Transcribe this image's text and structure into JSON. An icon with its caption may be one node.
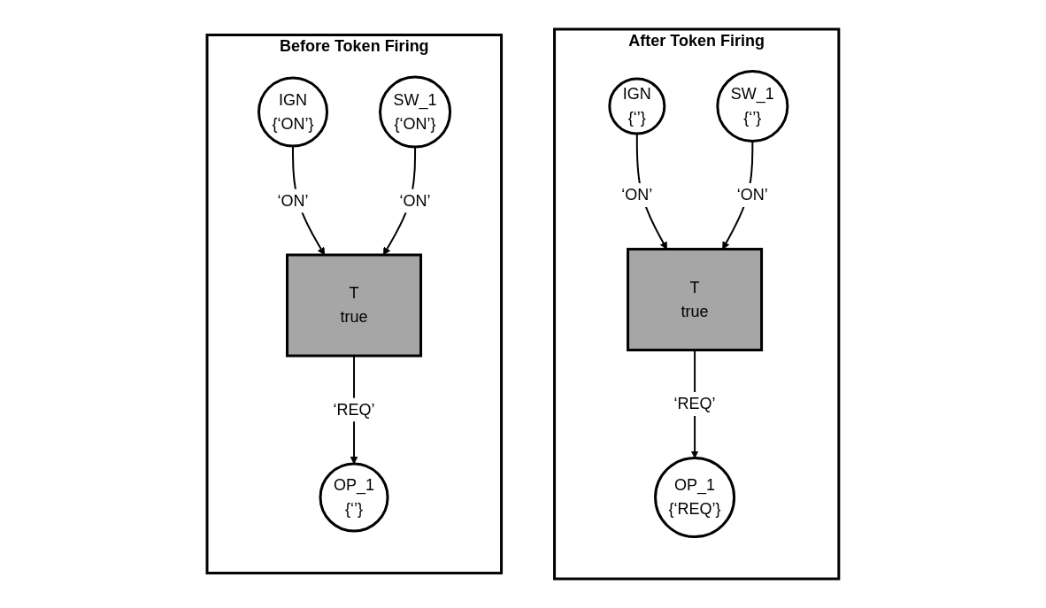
{
  "diagram": {
    "nodes": [
      {
        "text": [
          "Before Token Firing"
        ]
      },
      {
        "text": [
          "IGN",
          "{‘ON’}"
        ],
        "in": 0
      },
      {
        "text": [
          "SW_1",
          "{‘ON’}"
        ],
        "in": 0
      },
      {
        "text": [
          "T",
          "true"
        ],
        "in": 0
      },
      {
        "text": [
          "OP_1",
          "{‘’}"
        ],
        "in": 0
      },
      {
        "text": [
          "After Token Firing"
        ]
      },
      {
        "text": [
          "IGN",
          "{‘’}"
        ],
        "in": 5
      },
      {
        "text": [
          "SW_1",
          "{‘’}"
        ],
        "in": 5
      },
      {
        "text": [
          "T",
          "true"
        ],
        "in": 5
      },
      {
        "text": [
          "OP_1",
          "{‘REQ’}"
        ],
        "in": 5
      }
    ],
    "edges": [
      {
        "from": 1,
        "to": 3,
        "arrow": "to",
        "label": "‘ON’"
      },
      {
        "from": 2,
        "to": 3,
        "arrow": "to",
        "label": "‘ON’"
      },
      {
        "from": 3,
        "to": 4,
        "arrow": "to",
        "label": "‘REQ’"
      },
      {
        "from": 6,
        "to": 8,
        "arrow": "to",
        "label": "‘ON’"
      },
      {
        "from": 7,
        "to": 8,
        "arrow": "to",
        "label": "‘ON’"
      },
      {
        "from": 8,
        "to": 9,
        "arrow": "to",
        "label": "‘REQ’"
      }
    ]
  }
}
